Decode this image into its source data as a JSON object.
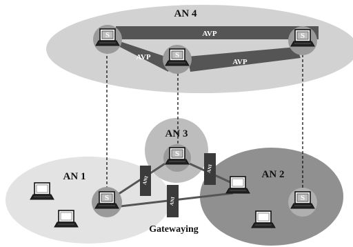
{
  "clusters": {
    "an4": "AN 4",
    "an3": "AN 3",
    "an1": "AN 1",
    "an2": "AN 2"
  },
  "avp_links": {
    "top": "AVP",
    "left": "AVP",
    "right": "AVP"
  },
  "ani_links": {
    "left": "ANI",
    "middle": "ANI",
    "right": "ANI"
  },
  "server_glyph": "S",
  "gatewaying_label": "Gatewaying",
  "colors": {
    "an4_fill": "#d2d2d2",
    "an3_fill": "#bdbdbd",
    "an1_fill": "#e3e3e3",
    "an2_fill": "#909090",
    "avp_band": "#555555",
    "ani_box": "#3b3b3b",
    "server_halo": "#9a9a9a"
  }
}
